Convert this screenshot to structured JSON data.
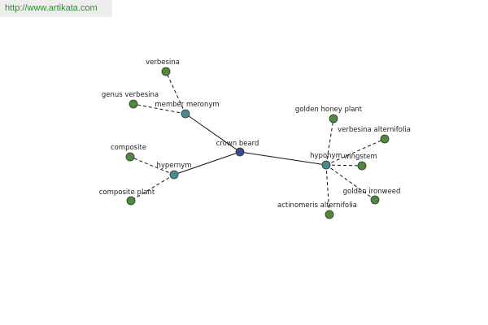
{
  "header": {
    "url": "http://www.artikata.com"
  },
  "graph": {
    "colors": {
      "root": "#3b4a8c",
      "relation": "#4a8c8c",
      "leaf": "#4f8a3a",
      "stroke": "#333333",
      "edge": "#111111"
    },
    "nodes": [
      {
        "id": "root",
        "label": "crown beard",
        "kind": "root"
      },
      {
        "id": "mer",
        "label": "member meronym",
        "kind": "relation"
      },
      {
        "id": "hyper",
        "label": "hypernym",
        "kind": "relation"
      },
      {
        "id": "hypo",
        "label": "hyponym",
        "kind": "relation"
      },
      {
        "id": "verb",
        "label": "verbesina",
        "kind": "leaf"
      },
      {
        "id": "genv",
        "label": "genus verbesina",
        "kind": "leaf"
      },
      {
        "id": "comp",
        "label": "composite",
        "kind": "leaf"
      },
      {
        "id": "compp",
        "label": "composite plant",
        "kind": "leaf"
      },
      {
        "id": "ghp",
        "label": "golden honey plant",
        "kind": "leaf"
      },
      {
        "id": "valt",
        "label": "verbesina alternifolia",
        "kind": "leaf"
      },
      {
        "id": "wing",
        "label": "wingstem",
        "kind": "leaf"
      },
      {
        "id": "giw",
        "label": "golden ironweed",
        "kind": "leaf"
      },
      {
        "id": "acta",
        "label": "actinomeris alternifolia",
        "kind": "leaf"
      }
    ],
    "edges": [
      {
        "from": "root",
        "to": "mer",
        "style": "solid"
      },
      {
        "from": "root",
        "to": "hyper",
        "style": "solid"
      },
      {
        "from": "root",
        "to": "hypo",
        "style": "solid"
      },
      {
        "from": "mer",
        "to": "verb",
        "style": "dashed"
      },
      {
        "from": "mer",
        "to": "genv",
        "style": "dashed"
      },
      {
        "from": "hyper",
        "to": "comp",
        "style": "dashed"
      },
      {
        "from": "hyper",
        "to": "compp",
        "style": "dashed"
      },
      {
        "from": "hypo",
        "to": "ghp",
        "style": "dashed"
      },
      {
        "from": "hypo",
        "to": "valt",
        "style": "dashed"
      },
      {
        "from": "hypo",
        "to": "wing",
        "style": "dashed"
      },
      {
        "from": "hypo",
        "to": "giw",
        "style": "dashed"
      },
      {
        "from": "hypo",
        "to": "acta",
        "style": "dashed"
      }
    ]
  }
}
